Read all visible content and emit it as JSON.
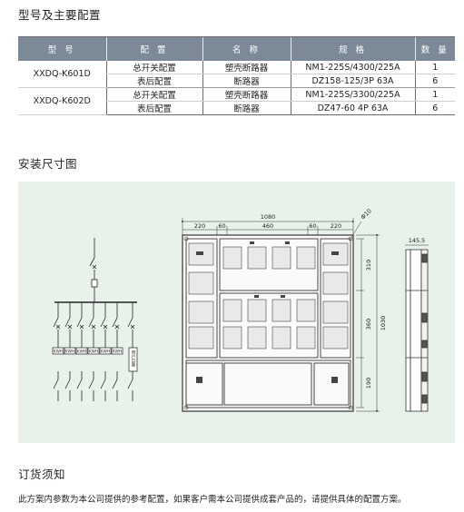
{
  "sections": {
    "spec_title": "型号及主要配置",
    "drawing_title": "安装尺寸图",
    "order_title": "订货须知"
  },
  "table": {
    "headers": [
      "型 号",
      "配 置",
      "名 称",
      "规 格",
      "数 量"
    ],
    "groups": [
      {
        "model": "XXDQ-K601D",
        "rows": [
          {
            "config": "总开关配置",
            "name": "塑壳断路器",
            "spec": "NM1-225S/4300/225A",
            "qty": "1"
          },
          {
            "config": "表后配置",
            "name": "断路器",
            "spec": "DZ158-125/3P 63A",
            "qty": "6"
          }
        ]
      },
      {
        "model": "XXDQ-K602D",
        "rows": [
          {
            "config": "总开关配置",
            "name": "塑壳断路器",
            "spec": "NM1-225S/3300/225A",
            "qty": "1"
          },
          {
            "config": "表后配置",
            "name": "断路器",
            "spec": "DZ47-60 4P 63A",
            "qty": "6"
          }
        ]
      }
    ]
  },
  "drawing": {
    "dimensions": {
      "overall_width": "1080",
      "left_col": "220",
      "gap_left": "60",
      "center": "460",
      "gap_right": "60",
      "right_col": "220",
      "hole": "Φ10",
      "top_section": "310",
      "mid_section": "360",
      "bottom_section": "190",
      "overall_height": "1030",
      "depth": "145.5"
    },
    "meter_labels": [
      "KWH",
      "KWH",
      "KWH",
      "KWH",
      "KWH",
      "KWH"
    ],
    "spare_label": "用户自备"
  },
  "order_note": "此方案内参数为本公司提供的参考配置，如果客户需本公司提供成套产品的，请提供具体的配置方案。"
}
